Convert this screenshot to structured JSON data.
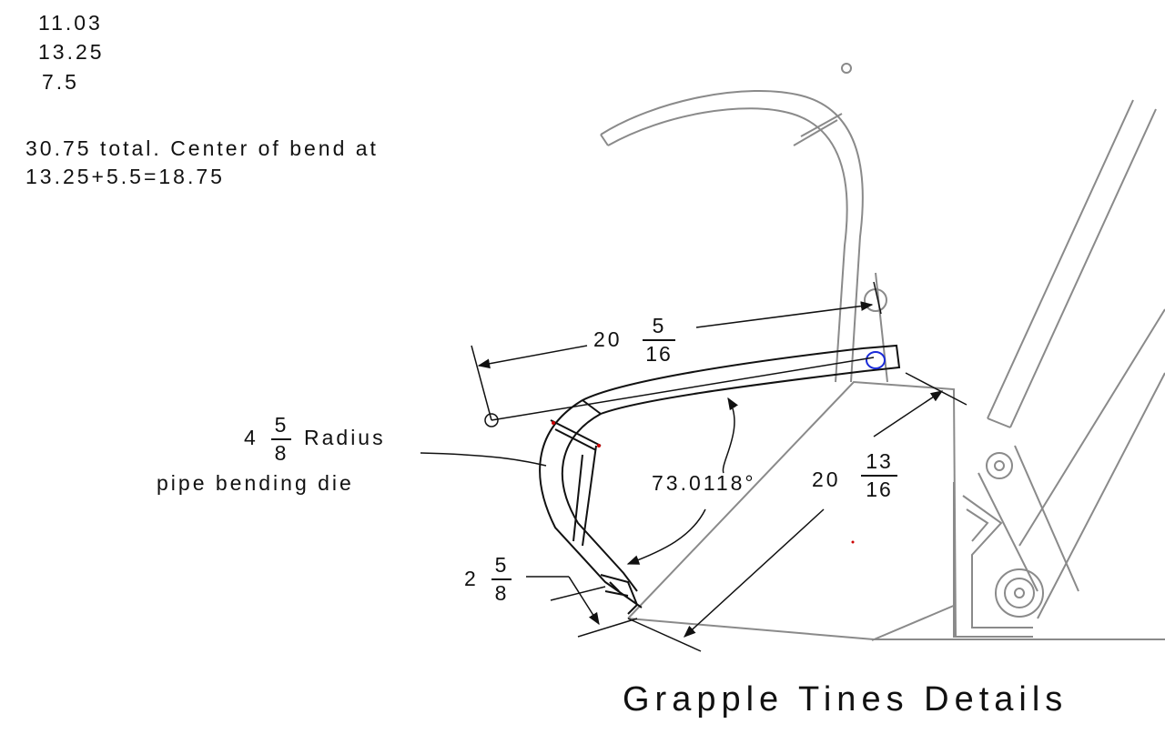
{
  "notes": {
    "line1": "11.03",
    "line2": "13.25",
    "line3": "7.5",
    "summary1": "30.75 total.  Center of bend at",
    "summary2": "13.25+5.5=18.75"
  },
  "dimensions": {
    "top_length": {
      "whole": "20",
      "num": "5",
      "den": "16"
    },
    "radius": {
      "whole": "4",
      "num": "5",
      "den": "8",
      "suffix": "Radius"
    },
    "die_label": "pipe bending die",
    "angle": "73.0118°",
    "long_length": {
      "whole": "20",
      "num": "13",
      "den": "16"
    },
    "end_length": {
      "whole": "2",
      "num": "5",
      "den": "8"
    }
  },
  "title": "Grapple Tines Details",
  "colors": {
    "line": "#111111",
    "structure": "#8a8a8a",
    "pivot": "#1a2bd8",
    "marker": "#cc0000"
  }
}
